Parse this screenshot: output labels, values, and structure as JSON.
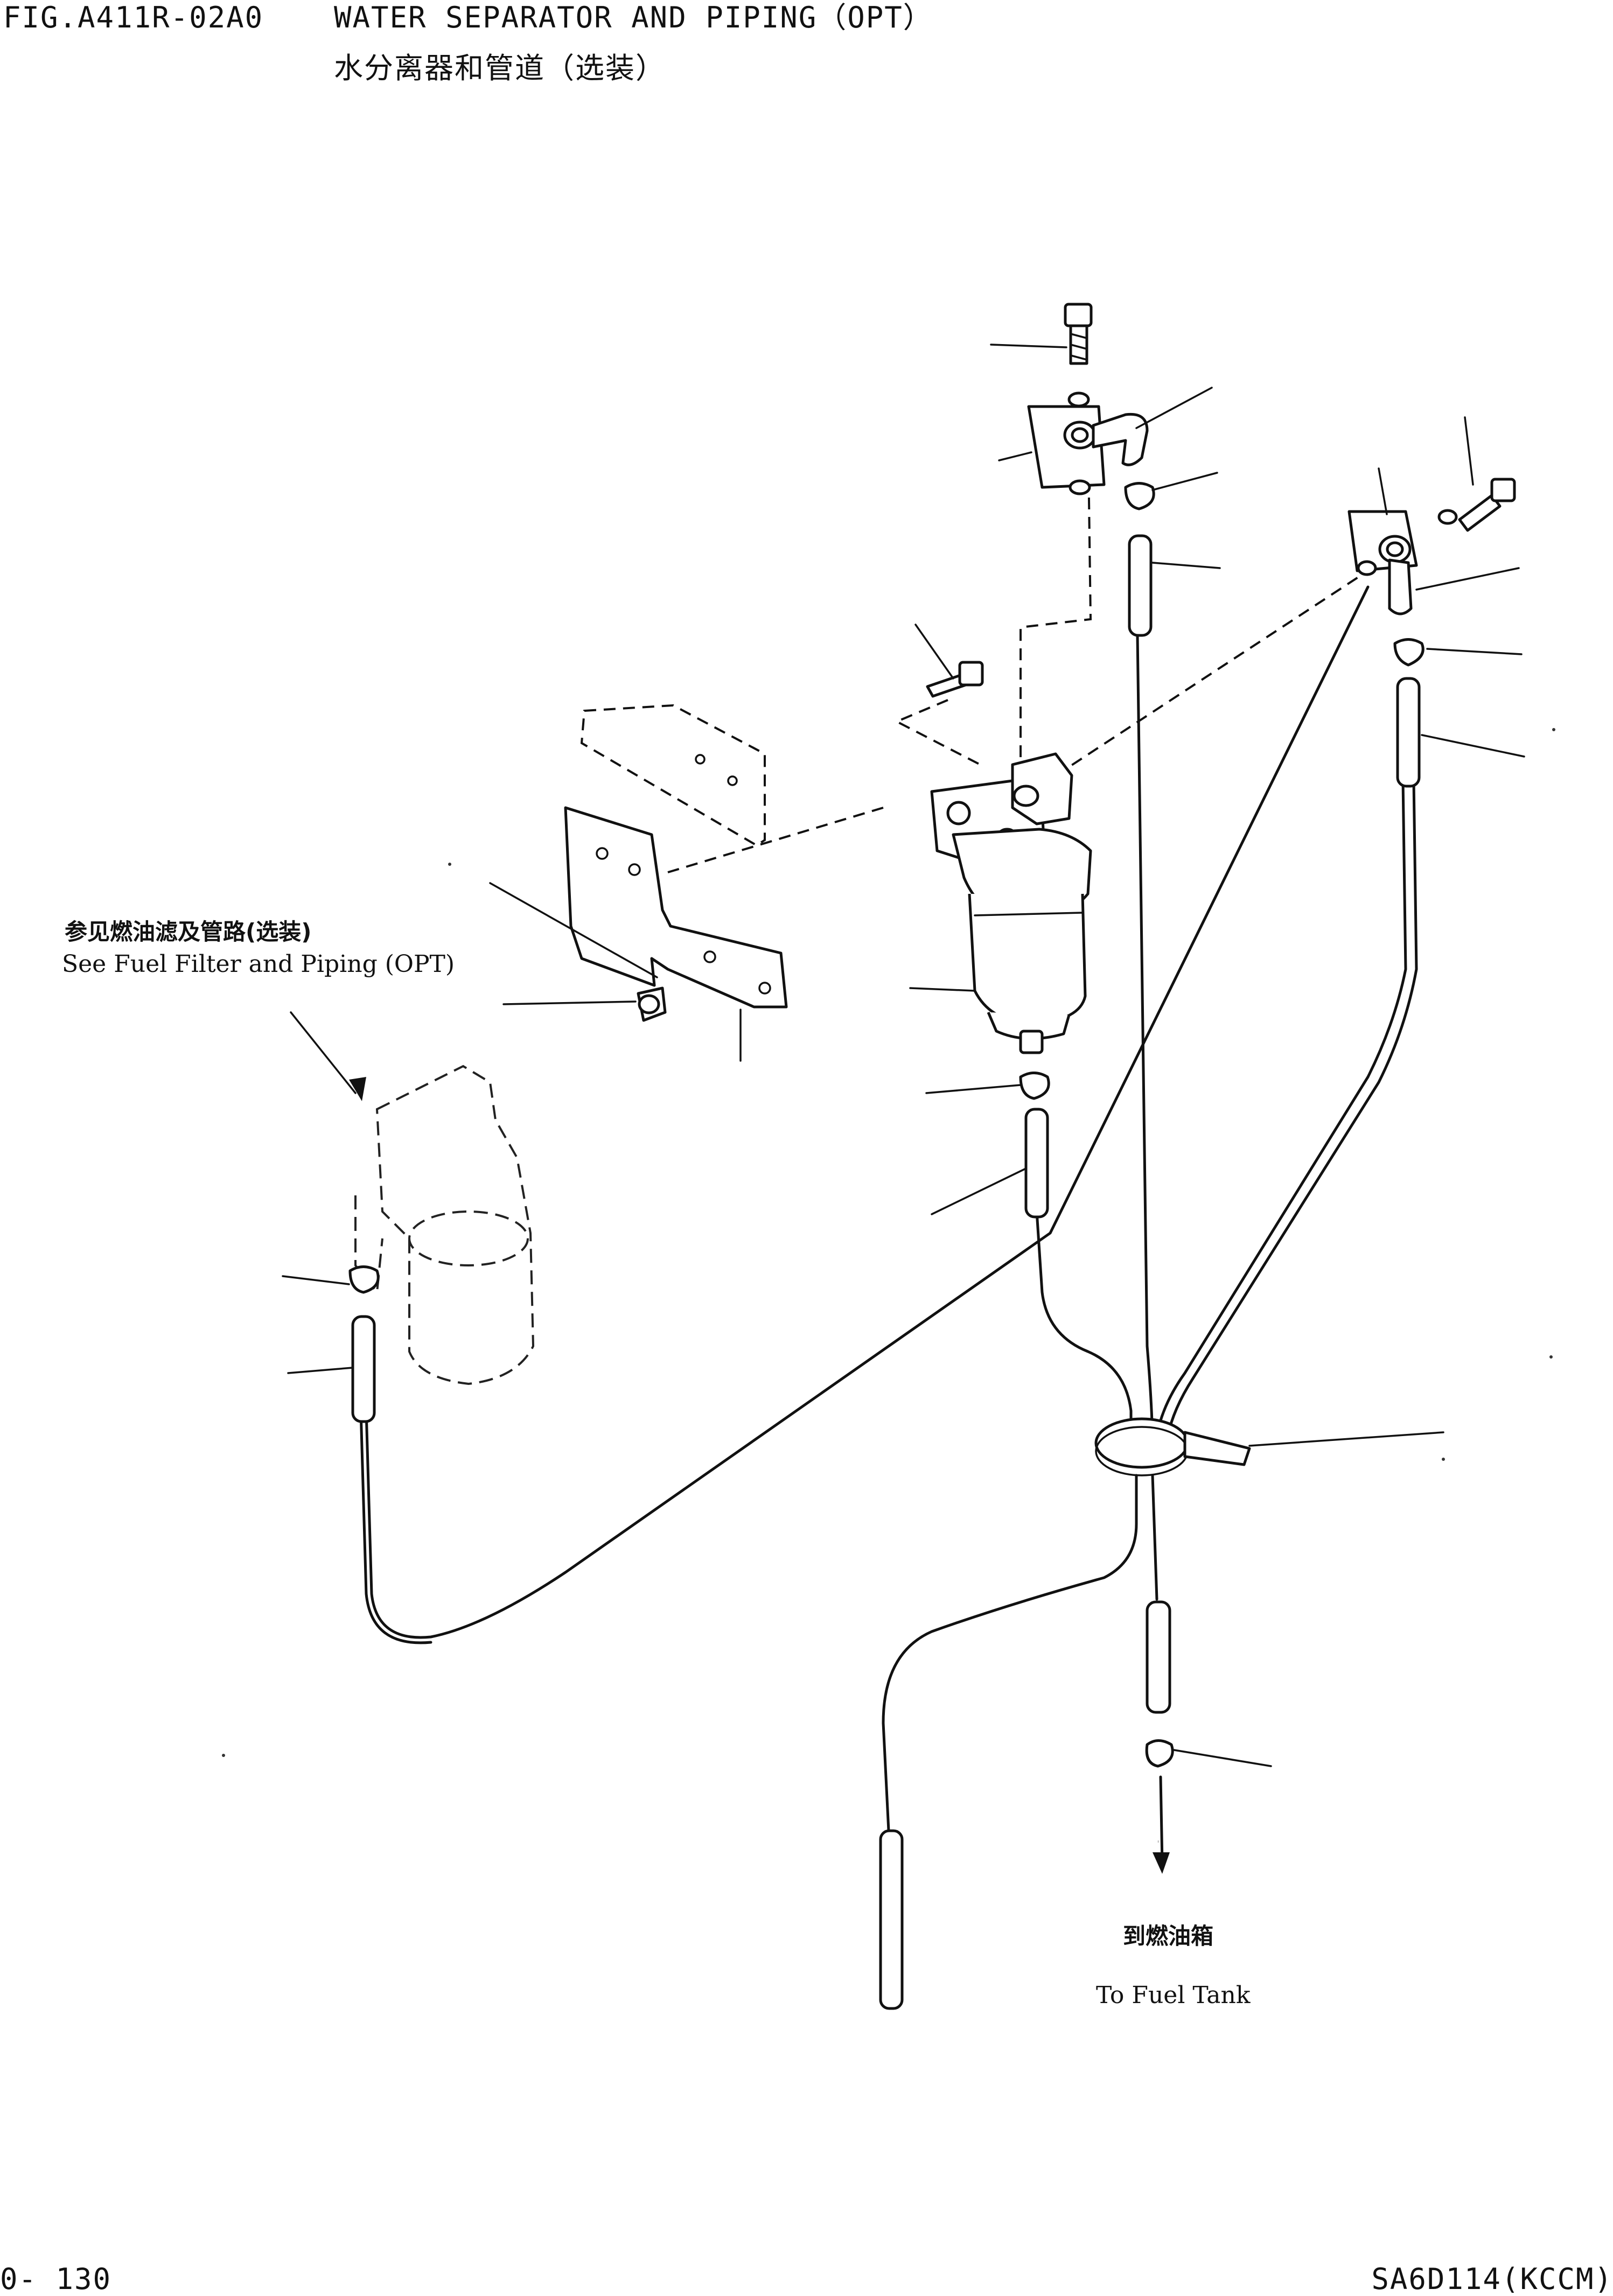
{
  "header": {
    "fig_code": "FIG.A411R-02A0",
    "title_en": "WATER SEPARATOR AND PIPING（OPT）",
    "title_zh": "水分离器和管道（选装）"
  },
  "annotations": {
    "fuel_filter_ref_zh": "参见燃油滤及管路(选装)",
    "fuel_filter_ref_en": "See Fuel Filter and Piping (OPT)",
    "fuel_tank_zh": "到燃油箱",
    "fuel_tank_en": "To Fuel Tank"
  },
  "footer": {
    "page_number": "0- 130",
    "model_code": "SA6D114(KCCM)"
  }
}
